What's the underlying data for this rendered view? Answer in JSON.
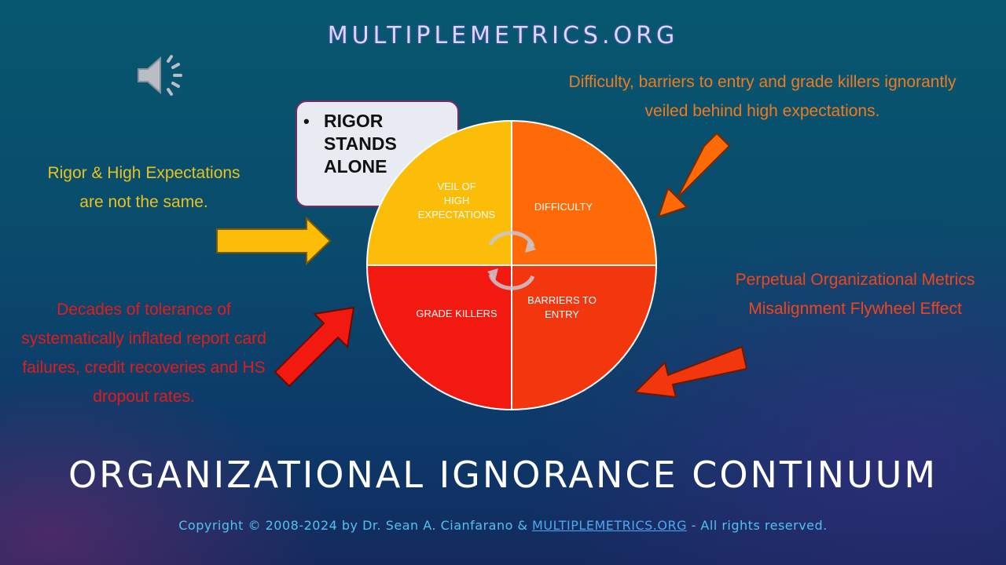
{
  "header": {
    "site_title": "MULTIPLEMETRICS.ORG"
  },
  "callout": {
    "bullet": "•",
    "text": "RIGOR STANDS ALONE"
  },
  "wheel": {
    "quadrants": [
      {
        "id": "veil",
        "label_lines": [
          "VEIL OF",
          "HIGH",
          "EXPECTATIONS"
        ],
        "color": "#fbbd08"
      },
      {
        "id": "difficulty",
        "label_lines": [
          "DIFFICULTY"
        ],
        "color": "#ff6a08"
      },
      {
        "id": "grade-killers",
        "label_lines": [
          "GRADE KILLERS"
        ],
        "color": "#f21a10"
      },
      {
        "id": "barriers",
        "label_lines": [
          "BARRIERS TO",
          "ENTRY"
        ],
        "color": "#f2360e"
      }
    ],
    "cycle_icon": "circular-arrows-icon"
  },
  "notes": {
    "rigor": "Rigor & High Expectations are not the same.",
    "difficulty": "Difficulty, barriers to entry and grade killers ignorantly veiled behind high expectations.",
    "decades": "Decades of tolerance of systematically inflated report card failures, credit recoveries and HS dropout rates.",
    "flywheel": "Perpetual Organizational Metrics Misalignment Flywheel Effect"
  },
  "colors": {
    "rigor_note": "#e8c21e",
    "difficulty_note": "#f07a1f",
    "decades_note": "#e21c1c",
    "flywheel_note": "#f0451c",
    "title": "#ffffff",
    "copyright": "#4fc3ef"
  },
  "footer": {
    "title": "ORGANIZATIONAL IGNORANCE CONTINUUM",
    "copyright_prefix": "Copyright © 2008-2024 by Dr. Sean A. Cianfarano & ",
    "copyright_link": "MULTIPLEMETRICS.ORG",
    "copyright_suffix": " - All rights reserved."
  },
  "icons": {
    "speaker": "speaker-icon"
  }
}
